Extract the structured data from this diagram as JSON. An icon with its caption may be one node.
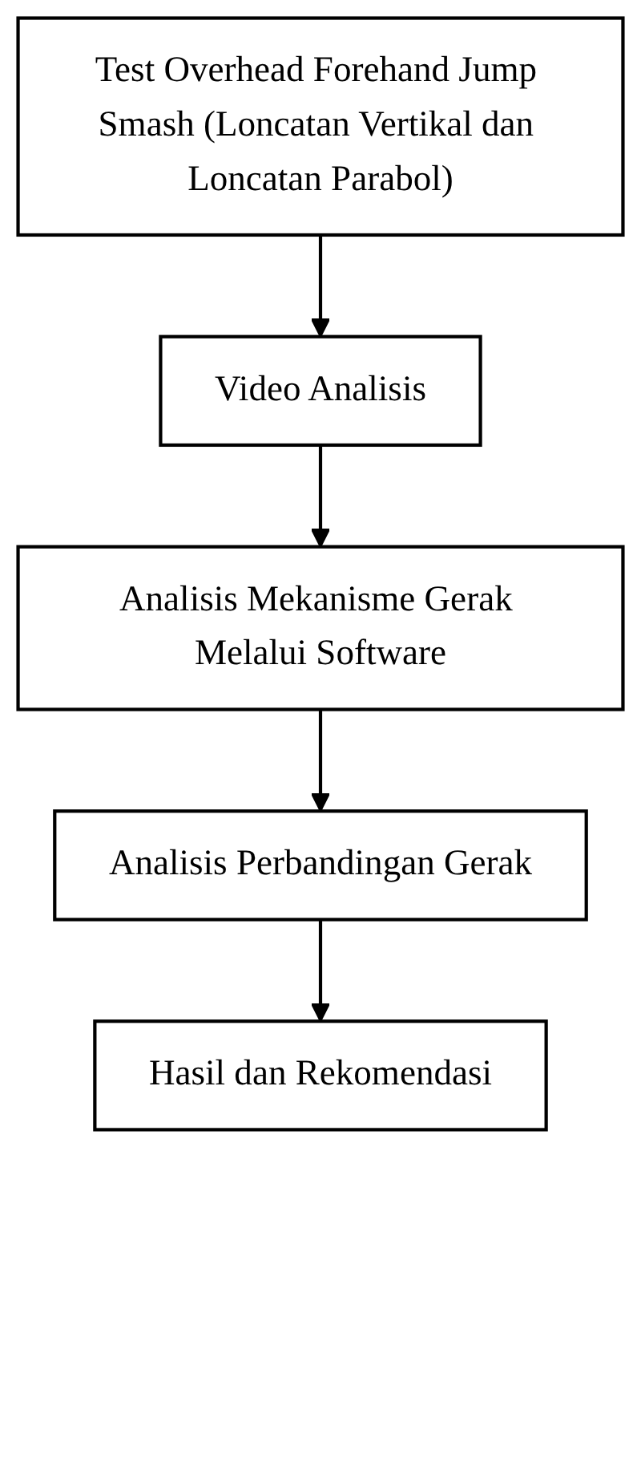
{
  "diagram": {
    "nodes": [
      {
        "text": [
          "Test Overhead Forehand Jump Smash (Loncatan Vertikal dan Loncatan Parabol)"
        ]
      },
      {
        "text": [
          "Video Analisis"
        ]
      },
      {
        "text": [
          "Analisis Mekanisme Gerak Melalui Software"
        ]
      },
      {
        "text": [
          "Analisis Perbandingan Gerak"
        ]
      },
      {
        "text": [
          "Hasil dan Rekomendasi"
        ]
      }
    ],
    "edges": [
      {
        "from": 0,
        "to": 1,
        "arrow": "to"
      },
      {
        "from": 1,
        "to": 2,
        "arrow": "to"
      },
      {
        "from": 2,
        "to": 3,
        "arrow": "to"
      },
      {
        "from": 3,
        "to": 4,
        "arrow": "to"
      }
    ]
  }
}
